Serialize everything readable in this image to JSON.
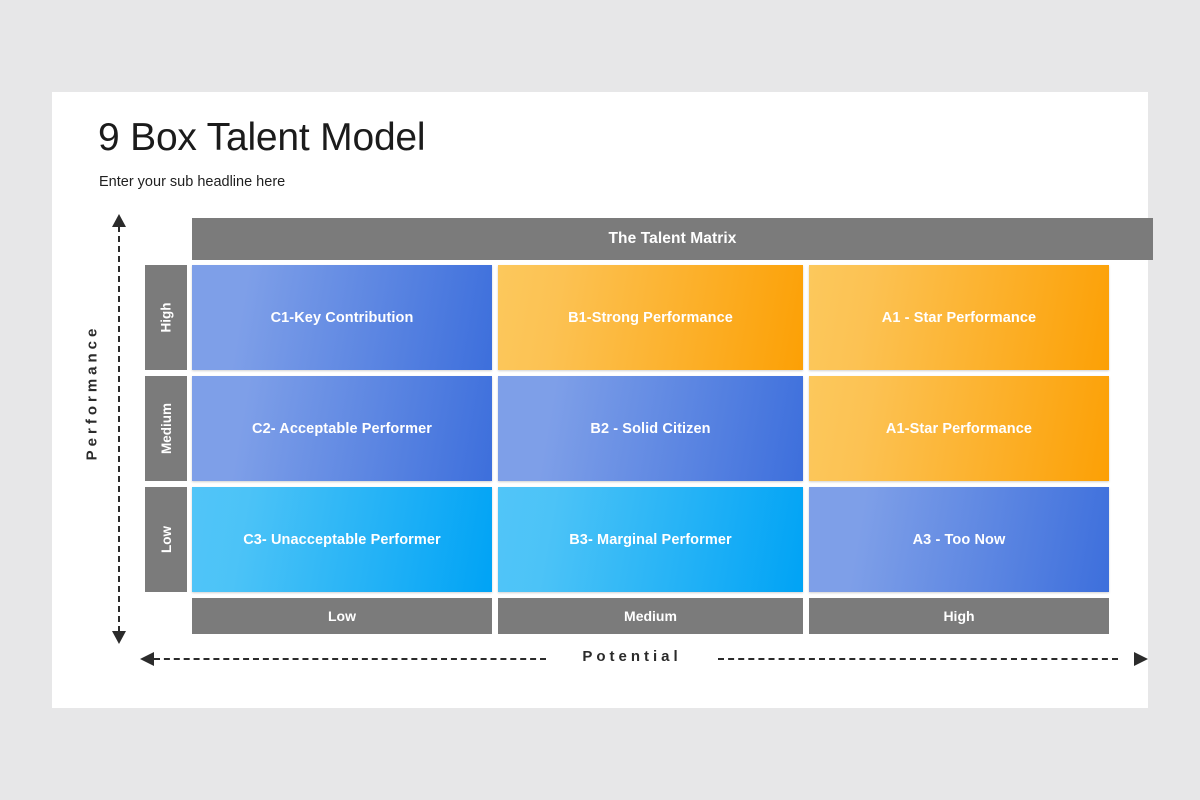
{
  "slide": {
    "title": "9 Box Talent Model",
    "subtitle": "Enter your sub headline here",
    "background_color": "#e7e7e8",
    "surface_color": "#ffffff"
  },
  "matrix": {
    "header_label": "The Talent Matrix",
    "header_color": "#7b7b7b",
    "y_axis": {
      "label": "Performance",
      "row_labels": [
        "High",
        "Medium",
        "Low"
      ],
      "direction": "bidirectional-dashed-arrow"
    },
    "x_axis": {
      "label": "Potential",
      "column_labels": [
        "Low",
        "Medium",
        "High"
      ],
      "direction": "bidirectional-dashed-arrow"
    },
    "palette": {
      "blue_from": "#7e9fe8",
      "blue_to": "#3d6fdc",
      "orange_from": "#fcc253",
      "orange_to": "#fca005",
      "cyan_from": "#4cc3f7",
      "cyan_to": "#00a3f5",
      "gray": "#7b7b7b",
      "text_on_cell": "#ffffff"
    },
    "cells": [
      {
        "label": "C1-Key Contribution",
        "color": "blue",
        "row": "High",
        "column": "Low"
      },
      {
        "label": "B1-Strong Performance",
        "color": "orange",
        "row": "High",
        "column": "Medium"
      },
      {
        "label": "A1 - Star Performance",
        "color": "orange",
        "row": "High",
        "column": "High"
      },
      {
        "label": "C2- Acceptable Performer",
        "color": "blue",
        "row": "Medium",
        "column": "Low"
      },
      {
        "label": "B2 - Solid Citizen",
        "color": "blue",
        "row": "Medium",
        "column": "Medium"
      },
      {
        "label": "A1-Star Performance",
        "color": "orange",
        "row": "Medium",
        "column": "High"
      },
      {
        "label": "C3- Unacceptable Performer",
        "color": "cyan",
        "row": "Low",
        "column": "Low"
      },
      {
        "label": "B3- Marginal Performer",
        "color": "cyan",
        "row": "Low",
        "column": "Medium"
      },
      {
        "label": "A3 - Too Now",
        "color": "blue",
        "row": "Low",
        "column": "High"
      }
    ]
  },
  "chart_data": {
    "type": "heatmap",
    "title": "The Talent Matrix",
    "xlabel": "Potential",
    "ylabel": "Performance",
    "categories_x": [
      "Low",
      "Medium",
      "High"
    ],
    "categories_y": [
      "High",
      "Medium",
      "Low"
    ],
    "grid": false,
    "legend": "none",
    "cells": [
      [
        "C1-Key Contribution",
        "B1-Strong Performance",
        "A1 - Star Performance"
      ],
      [
        "C2- Acceptable Performer",
        "B2 - Solid Citizen",
        "A1-Star Performance"
      ],
      [
        "C3- Unacceptable Performer",
        "B3- Marginal Performer",
        "A3 - Too Now"
      ]
    ],
    "cell_colors": [
      [
        "blue",
        "orange",
        "orange"
      ],
      [
        "blue",
        "blue",
        "orange"
      ],
      [
        "cyan",
        "cyan",
        "blue"
      ]
    ]
  }
}
